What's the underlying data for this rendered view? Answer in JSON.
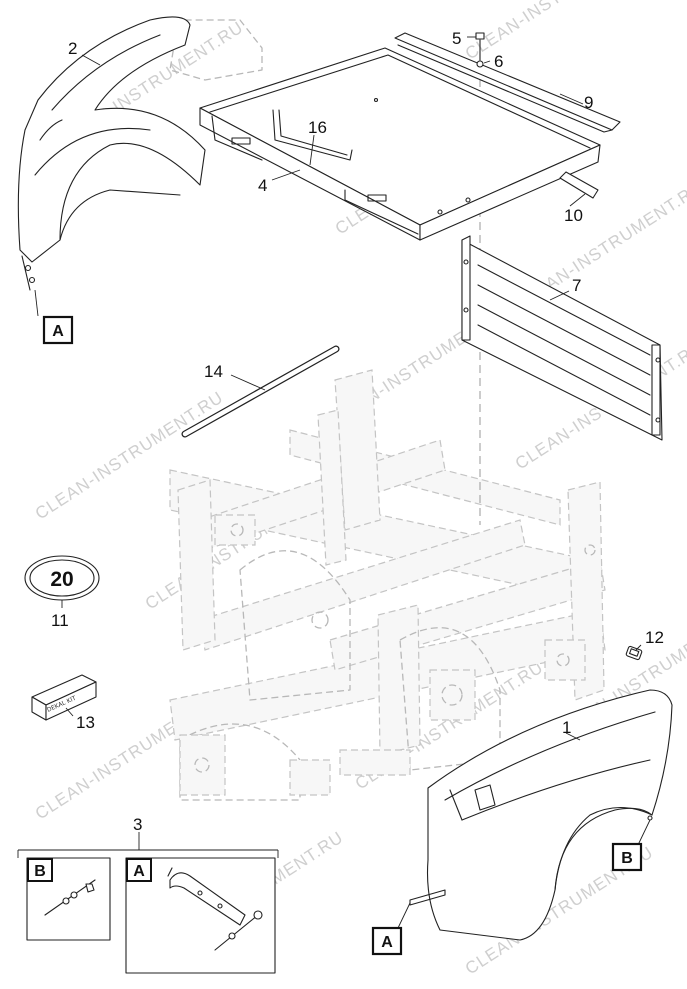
{
  "watermark": "CLEAN-INSTRUMENT.RU",
  "callouts": {
    "c1": "1",
    "c2": "2",
    "c3": "3",
    "c4": "4",
    "c5": "5",
    "c6": "6",
    "c7": "7",
    "c9": "9",
    "c10": "10",
    "c11": "11",
    "c12": "12",
    "c13": "13",
    "c14": "14",
    "c16": "16"
  },
  "ref_boxes": {
    "a_top": "A",
    "b_right": "B",
    "a_bottom": "A",
    "b_inset": "B",
    "a_inset": "A"
  },
  "badge_20": "20",
  "decal_kit_label": "DEKAL KIT"
}
